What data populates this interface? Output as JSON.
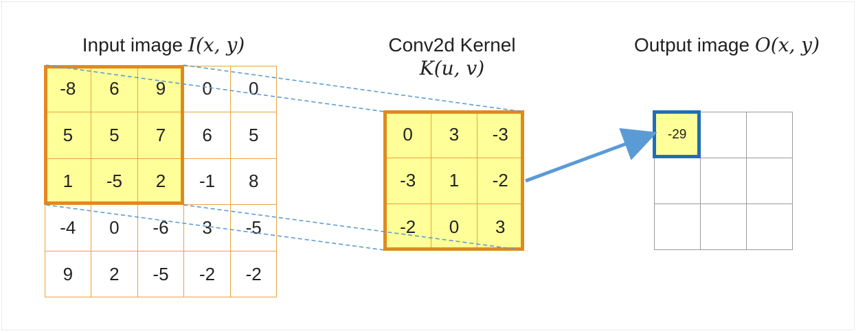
{
  "titles": {
    "input_text": "Input image ",
    "input_math": "I(x, y)",
    "kernel_text": "Conv2d Kernel",
    "kernel_math": "K(u, v)",
    "output_text": "Output image ",
    "output_math": "O(x, y)"
  },
  "input_matrix": [
    [
      "-8",
      "6",
      "9",
      "0",
      "0"
    ],
    [
      "5",
      "5",
      "7",
      "6",
      "5"
    ],
    [
      "1",
      "-5",
      "2",
      "-1",
      "8"
    ],
    [
      "-4",
      "0",
      "-6",
      "3",
      "-5"
    ],
    [
      "9",
      "2",
      "-5",
      "-2",
      "-2"
    ]
  ],
  "kernel_matrix": [
    [
      "0",
      "3",
      "-3"
    ],
    [
      "-3",
      "1",
      "-2"
    ],
    [
      "-2",
      "0",
      "3"
    ]
  ],
  "output_matrix": [
    [
      "-29",
      "",
      ""
    ],
    [
      "",
      "",
      ""
    ],
    [
      "",
      "",
      ""
    ]
  ],
  "colors": {
    "highlight": "#ffff99",
    "grid_border": "#e8a23a",
    "window_frame": "#e08a1e",
    "output_frame": "#1f6eb8",
    "guide_lines": "#5b9bd5",
    "arrow": "#5b9bd5"
  }
}
